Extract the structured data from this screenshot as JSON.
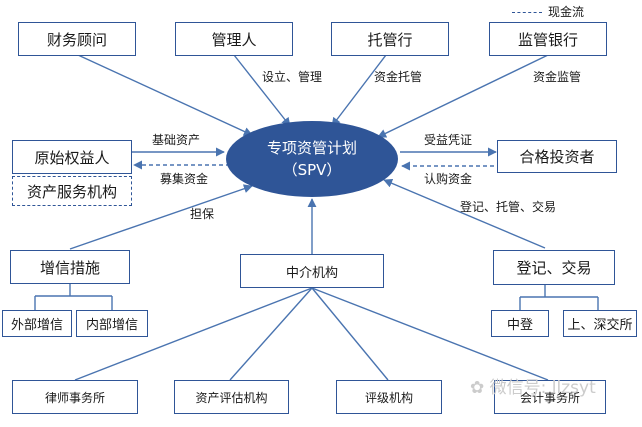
{
  "legend": {
    "cash_flow_label": "现金流"
  },
  "center": {
    "title": "专项资管计划",
    "subtitle": "（SPV）",
    "color": "#2f5597"
  },
  "top_boxes": {
    "financial_advisor": "财务顾问",
    "manager": "管理人",
    "custodian": "托管行",
    "supervising_bank": "监管银行"
  },
  "left": {
    "originator": "原始权益人",
    "asset_service_agency": "资产服务机构",
    "credit_enhancement": "增信措施",
    "external_enhancement": "外部增信",
    "internal_enhancement": "内部增信"
  },
  "right": {
    "qualified_investors": "合格投资者",
    "registration_trading": "登记、交易",
    "csdc": "中登",
    "exchanges": "上、深交所"
  },
  "bottom": {
    "intermediaries": "中介机构",
    "law_firm": "律师事务所",
    "asset_appraisal": "资产评估机构",
    "rating_agency": "评级机构",
    "accounting_firm": "会计事务所"
  },
  "edge_labels": {
    "establish_manage": "设立、管理",
    "fund_custody": "资金托管",
    "fund_supervision": "资金监管",
    "underlying_assets": "基础资产",
    "raise_funds": "募集资金",
    "beneficial_certificate": "受益凭证",
    "subscription_funds": "认购资金",
    "guarantee": "担保",
    "register_custody_trade": "登记、托管、交易"
  },
  "watermark": "微信号: llzsyt",
  "colors": {
    "border": "#2f5597",
    "arrow": "#4a74b0",
    "spv_fill": "#2f5597"
  }
}
